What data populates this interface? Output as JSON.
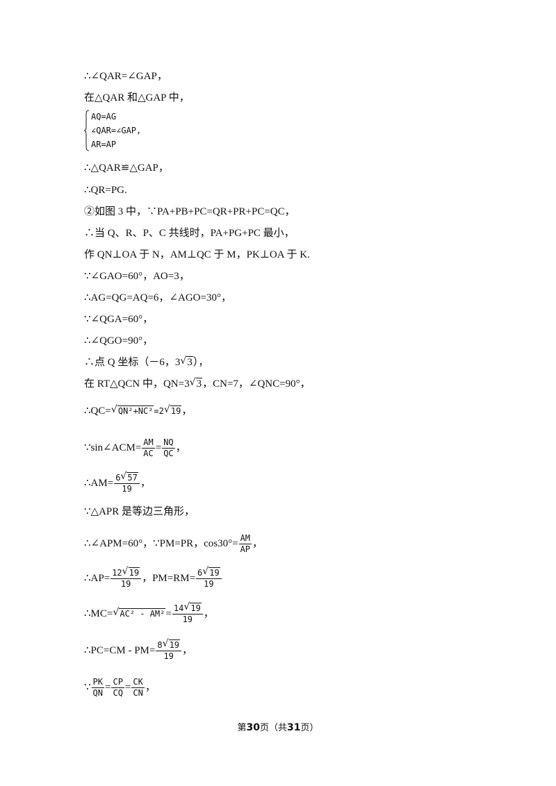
{
  "lines": {
    "l1": "∴∠QAR=∠GAP，",
    "l2": "在△QAR 和△GAP 中，",
    "system": [
      "AQ=AG",
      "∠QAR=∠GAP,",
      "AR=AP"
    ],
    "l3": "∴△QAR≌△GAP，",
    "l4": "∴QR=PG.",
    "l5": "②如图 3 中，∵PA+PB+PC=QR+PR+PC=QC，",
    "l6": "∴当 Q、R、P、C 共线时，PA+PG+PC 最小，",
    "l7": "作 QN⊥OA 于 N，AM⊥QC 于 M，PK⊥OA 于 K.",
    "l8": "∵∠GAO=60°，AO=3，",
    "l9": "∴AG=QG=AQ=6，∠AGO=30°，",
    "l10": "∵∠QGA=60°，",
    "l11": "∴∠QGO=90°，",
    "l12a": "∴点 Q 坐标（－6，3",
    "l12r": "3",
    "l12b": "），",
    "l13a": "在 RT△QCN 中，QN=3",
    "l13r": "3",
    "l13b": "，CN=7，∠QNC=90°，",
    "l14a": "∴QC=",
    "l14rad": "QN²+NC²",
    "l14b": "=2",
    "l14r2": "19",
    "l14c": "，",
    "l15a": "∵sin∠ACM=",
    "l15f1n": "AM",
    "l15f1d": "AC",
    "l15eq": "=",
    "l15f2n": "NQ",
    "l15f2d": "QC",
    "l15c": "，",
    "l16a": "∴AM=",
    "l16n": "6",
    "l16nr": "57",
    "l16d": "19",
    "l16c": "，",
    "l17": "∵△APR 是等边三角形，",
    "l18a": "∴∠APM=60°，∵PM=PR，cos30°=",
    "l18n": "AM",
    "l18d": "AP",
    "l18c": "，",
    "l19a": "∴AP=",
    "l19n": "12",
    "l19nr": "19",
    "l19d": "19",
    "l19b": "，PM=RM=",
    "l19n2": "6",
    "l19nr2": "19",
    "l19d2": "19",
    "l20a": "∴MC=",
    "l20rad": "AC² - AM²",
    "l20eq": "=",
    "l20n": "14",
    "l20nr": "19",
    "l20d": "19",
    "l20c": "，",
    "l21a": "∴PC=CM - PM=",
    "l21n": "8",
    "l21nr": "19",
    "l21d": "19",
    "l21c": "，",
    "l22a": "∵",
    "l22f1n": "PK",
    "l22f1d": "QN",
    "l22e1": "=",
    "l22f2n": "CP",
    "l22f2d": "CQ",
    "l22e2": "=",
    "l22f3n": "CK",
    "l22f3d": "CN",
    "l22c": "，"
  },
  "footer": {
    "pre": "第",
    "page": "30",
    "mid": "页（共",
    "total": "31",
    "post": "页）"
  }
}
